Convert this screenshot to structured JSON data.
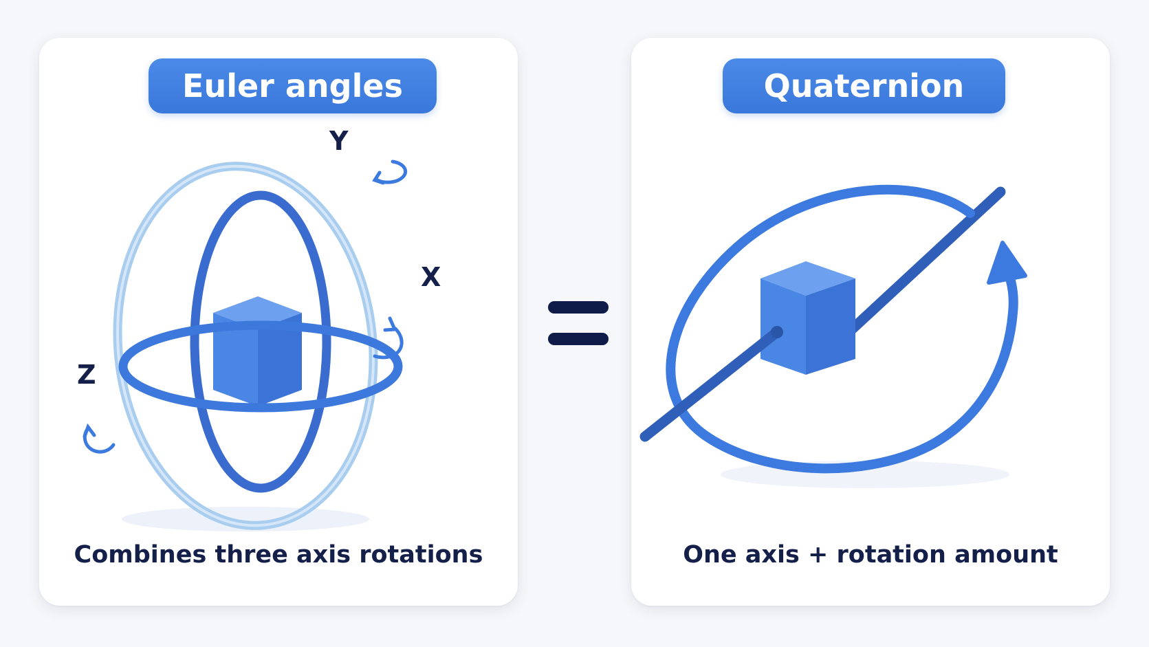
{
  "euler": {
    "title": "Euler angles",
    "caption": "Combines three axis rotations",
    "axes": {
      "x": "X",
      "y": "Y",
      "z": "Z"
    }
  },
  "quaternion": {
    "title": "Quaternion",
    "caption": "One axis + rotation amount"
  },
  "colors": {
    "accent": "#3a77dc",
    "ring_dark": "#3a6cd0",
    "ring_light": "#9cc6ee",
    "cube": "#4a86e4",
    "text_dark": "#14204a",
    "axis_rod": "#2f5fb8"
  }
}
